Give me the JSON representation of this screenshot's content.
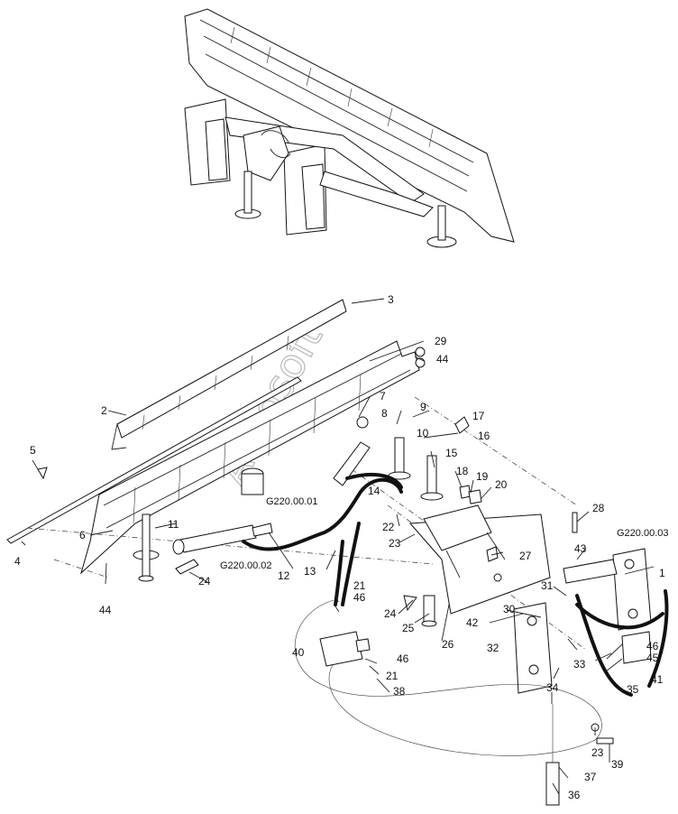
{
  "diagram": {
    "watermark": "Autosoft",
    "callouts": [
      "1",
      "2",
      "3",
      "4",
      "5",
      "6",
      "7",
      "8",
      "9",
      "10",
      "11",
      "12",
      "13",
      "14",
      "15",
      "16",
      "17",
      "18",
      "19",
      "20",
      "21",
      "21",
      "22",
      "23",
      "23",
      "24",
      "24",
      "25",
      "26",
      "27",
      "28",
      "29",
      "30",
      "31",
      "32",
      "33",
      "34",
      "35",
      "36",
      "37",
      "38",
      "39",
      "40",
      "41",
      "42",
      "43",
      "44",
      "44",
      "45",
      "46",
      "46",
      "46"
    ],
    "references": [
      "G220.00.01",
      "G220.00.02",
      "G220.00.03"
    ]
  }
}
